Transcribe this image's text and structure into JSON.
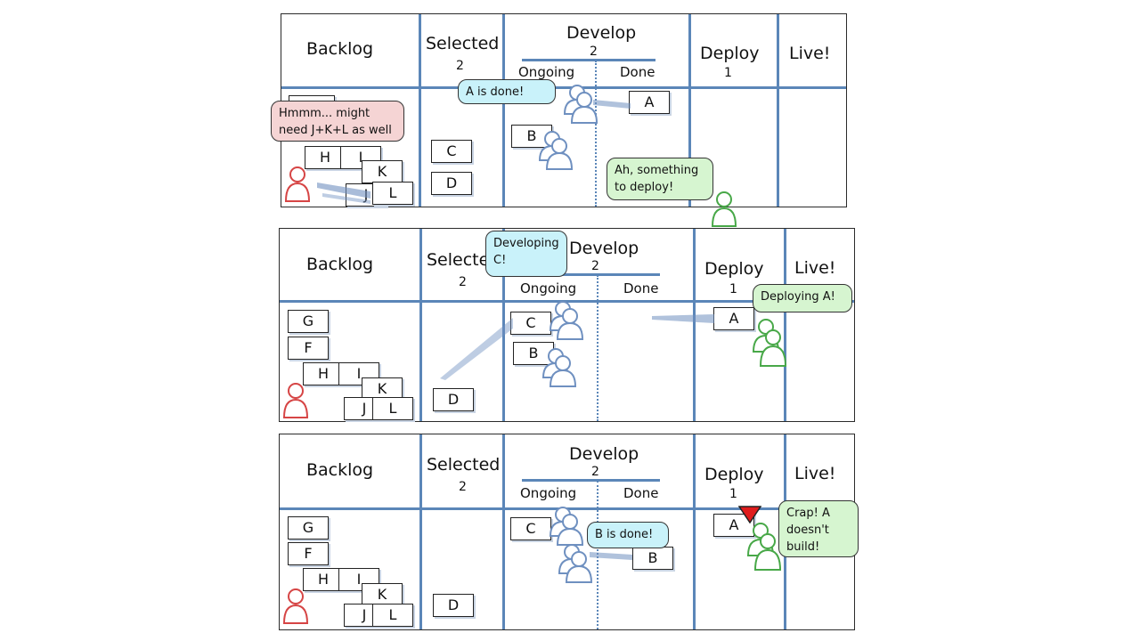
{
  "headers": {
    "backlog": "Backlog",
    "selected": "Selected",
    "develop": "Develop",
    "deploy": "Deploy",
    "live": "Live!",
    "ongoing": "Ongoing",
    "done": "Done"
  },
  "wip": {
    "selected": "2",
    "develop": "2",
    "deploy": "1"
  },
  "panel1": {
    "cards": {
      "H": "H",
      "I": "I",
      "K": "K",
      "J": "J",
      "L": "L",
      "C": "C",
      "D": "D",
      "B": "B",
      "A": "A"
    },
    "bubbles": {
      "analyst": "Hmmm... might need J+K+L as well",
      "developer": "A is done!",
      "deployer": "Ah, something to deploy!"
    }
  },
  "panel2": {
    "cards": {
      "G": "G",
      "F": "F",
      "H": "H",
      "I": "I",
      "K": "K",
      "J": "J",
      "L": "L",
      "D": "D",
      "C": "C",
      "B": "B",
      "A": "A"
    },
    "bubbles": {
      "developer": "Developing C!",
      "deployer": "Deploying A!"
    }
  },
  "panel3": {
    "cards": {
      "G": "G",
      "F": "F",
      "H": "H",
      "I": "I",
      "K": "K",
      "J": "J",
      "L": "L",
      "D": "D",
      "C": "C",
      "B": "B",
      "A": "A"
    },
    "bubbles": {
      "developer": "B is done!",
      "deployer": "Crap! A doesn't build!"
    }
  },
  "colors": {
    "grid": "#5b86b8",
    "analyst": "#d64545",
    "developer": "#6f90c0",
    "deployer": "#48a848",
    "warning": "#e01c1c"
  }
}
